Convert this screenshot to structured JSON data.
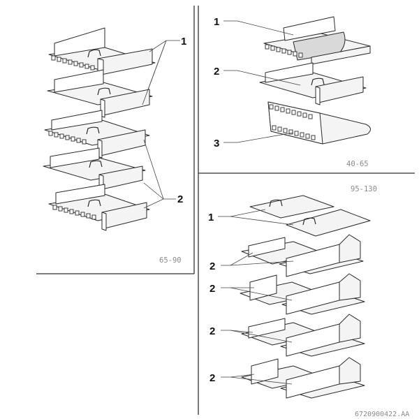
{
  "panels": {
    "left": {
      "range": "65-90",
      "callouts": [
        "1",
        "2"
      ]
    },
    "top_right": {
      "range": "40-65",
      "callouts": [
        "1",
        "2",
        "3"
      ]
    },
    "bottom_right": {
      "range": "95-130",
      "callouts": [
        "1",
        "2",
        "2",
        "2",
        "2"
      ]
    }
  },
  "document_id": "6720900422.AA"
}
